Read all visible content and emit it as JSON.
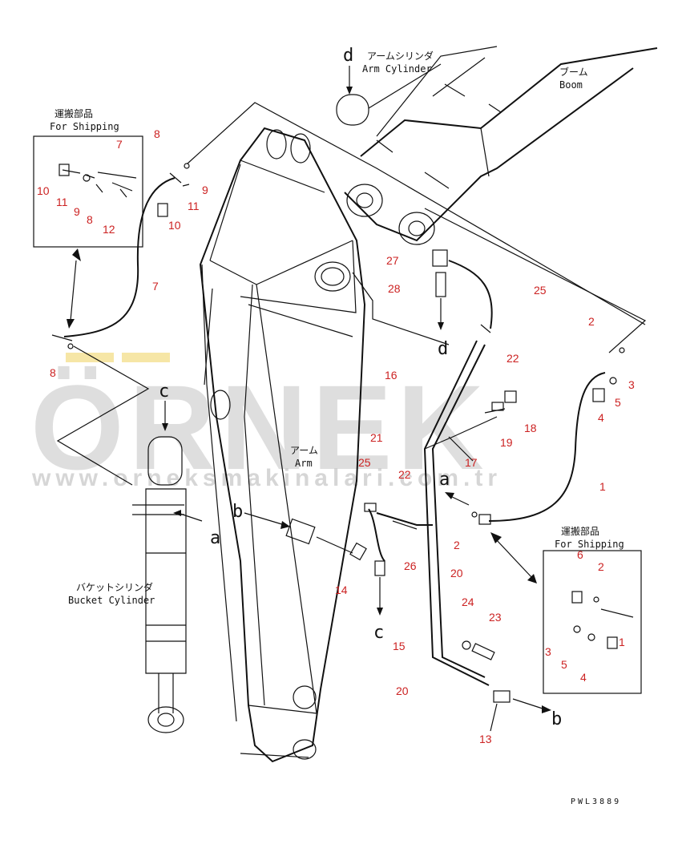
{
  "labels": {
    "arm_cylinder_jp": "アームシリンダ",
    "arm_cylinder_en": "Arm Cylinder",
    "boom_jp": "ブーム",
    "boom_en": "Boom",
    "arm_jp": "アーム",
    "arm_en": "Arm",
    "bucket_cylinder_jp": "バケットシリンダ",
    "bucket_cylinder_en": "Bucket Cylinder",
    "for_shipping_jp": "運搬部品",
    "for_shipping_en": "For Shipping",
    "for_shipping2_jp": "運搬部品",
    "for_shipping2_en": "For Shipping"
  },
  "letters": {
    "d_top": "d",
    "d_mid": "d",
    "c_left": "c",
    "c_bottom": "c",
    "a_left": "a",
    "a_right": "a",
    "b_mid": "b",
    "b_right": "b"
  },
  "parts": {
    "p7_top": "7",
    "p8_top": "8",
    "p9_top": "9",
    "p11_top": "11",
    "p10_top": "10",
    "p10_box": "10",
    "p11_box": "11",
    "p9_box": "9",
    "p8_box": "8",
    "p12_box": "12",
    "p7_mid": "7",
    "p8_mid": "8",
    "p27": "27",
    "p28": "28",
    "p25_top": "25",
    "p2_top": "2",
    "p22_top": "22",
    "p3": "3",
    "p4": "4",
    "p5": "5",
    "p16": "16",
    "p18": "18",
    "p19": "19",
    "p21": "21",
    "p17": "17",
    "p25_mid": "25",
    "p22_mid": "22",
    "p1": "1",
    "p2_mid": "2",
    "p20_mid": "20",
    "p26": "26",
    "p14": "14",
    "p24": "24",
    "p23": "23",
    "p15": "15",
    "p20_bot": "20",
    "p13": "13",
    "p6_box": "6",
    "p2_box": "2",
    "p3_box": "3",
    "p1_box": "1",
    "p5_box": "5",
    "p4_box": "4"
  },
  "watermark": {
    "brand": "ÖRNEK",
    "url": "www.orneksmakinalari.com.tr"
  },
  "drawing_code": "PWL3889"
}
